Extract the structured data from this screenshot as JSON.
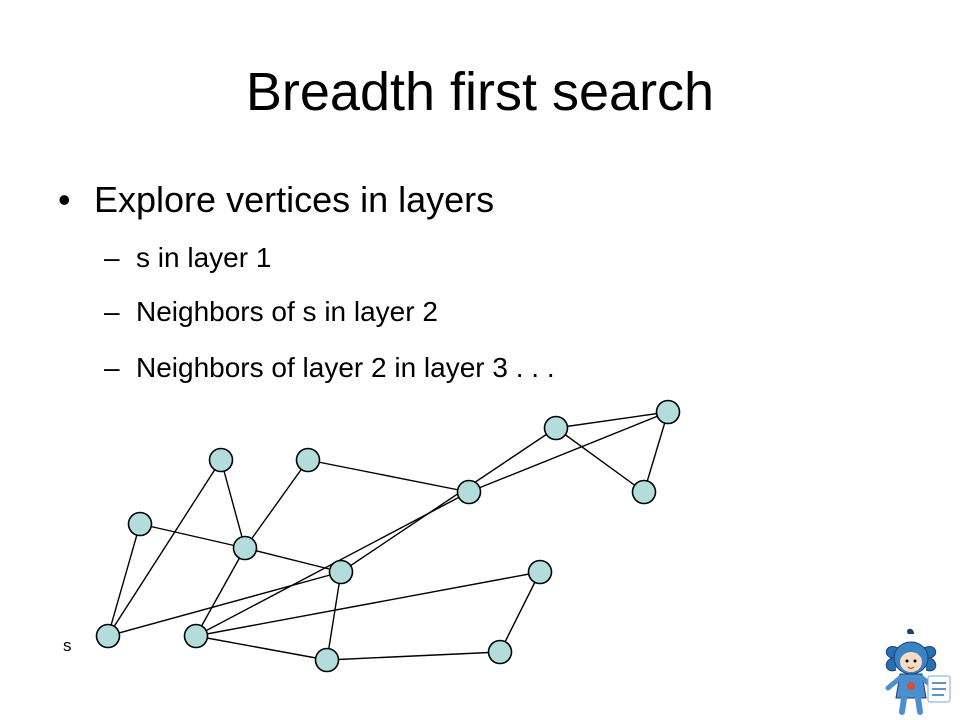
{
  "slide": {
    "title": "Breadth first search",
    "bullet": "Explore vertices in layers",
    "bullet_marker": "•",
    "sub_marker": "–",
    "sub_items": [
      "s in layer 1",
      "Neighbors of s in layer 2",
      "Neighbors of layer 2 in layer 3 . . ."
    ]
  },
  "graph": {
    "start_label": "s",
    "node_fill": "#b3dcdc",
    "edge_color": "#000000",
    "nodes": [
      {
        "id": "n1"
      },
      {
        "id": "n2"
      },
      {
        "id": "n3"
      },
      {
        "id": "n4"
      },
      {
        "id": "n5"
      },
      {
        "id": "n6"
      },
      {
        "id": "n7"
      },
      {
        "id": "n8"
      },
      {
        "id": "n9"
      },
      {
        "id": "n10"
      },
      {
        "id": "n11"
      },
      {
        "id": "n12"
      },
      {
        "id": "n13"
      },
      {
        "id": "n14"
      },
      {
        "id": "n15"
      },
      {
        "id": "n16"
      }
    ],
    "edges": [
      [
        "n1",
        "n2"
      ],
      [
        "n1",
        "n3"
      ],
      [
        "n1",
        "n7"
      ],
      [
        "n2",
        "n4"
      ],
      [
        "n3",
        "n4"
      ],
      [
        "n4",
        "n5"
      ],
      [
        "n4",
        "n6"
      ],
      [
        "n4",
        "n7"
      ],
      [
        "n5",
        "n8"
      ],
      [
        "n5",
        "n9"
      ],
      [
        "n5",
        "n14"
      ],
      [
        "n6",
        "n8"
      ],
      [
        "n7",
        "n9"
      ],
      [
        "n7",
        "n10"
      ],
      [
        "n8",
        "n11"
      ],
      [
        "n9",
        "n15"
      ],
      [
        "n10",
        "n11"
      ],
      [
        "n10",
        "n12"
      ],
      [
        "n11",
        "n13"
      ],
      [
        "n13",
        "n12"
      ],
      [
        "n14",
        "n15"
      ],
      [
        "n6",
        "n16"
      ]
    ]
  }
}
